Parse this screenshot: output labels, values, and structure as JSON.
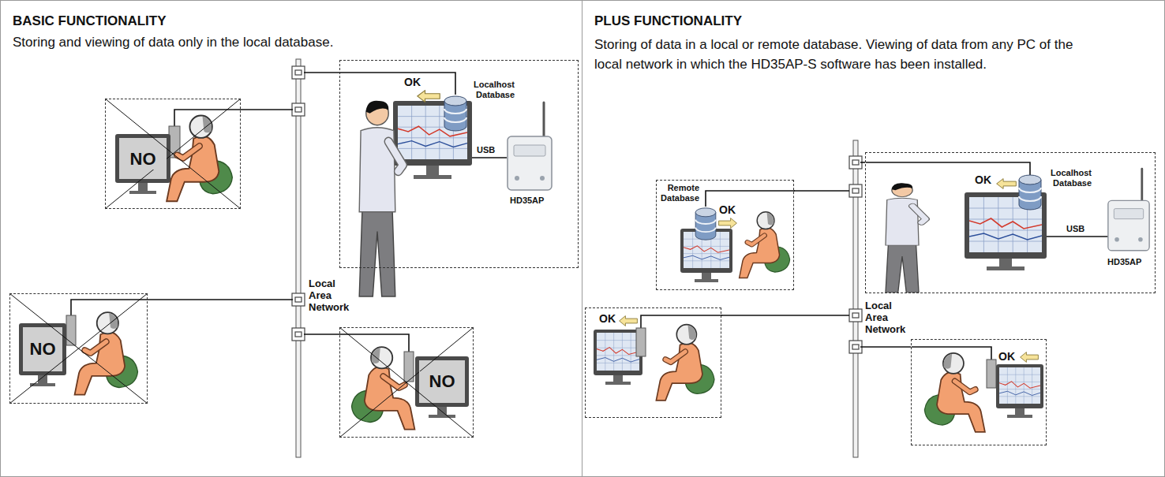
{
  "diagram": {
    "nodes": [
      {
        "text": [
          "BASIC FUNCTIONALITY",
          "Storing and viewing of data only in the local database."
        ]
      },
      {
        "text": [
          "NO"
        ],
        "in": 0
      },
      {
        "text": [
          "Local Area Network"
        ],
        "in": 0
      },
      {
        "text": [
          "OK",
          "Localhost Database",
          "USB",
          "HD35AP"
        ],
        "in": 0
      },
      {
        "text": [
          "NO"
        ],
        "in": 0
      },
      {
        "text": [
          "NO"
        ],
        "in": 0
      },
      {
        "text": [
          "PLUS FUNCTIONALITY",
          "Storing of data in a local or remote database. Viewing of data from any PC of the local network in which the HD35AP-S software has been installed."
        ]
      },
      {
        "text": [
          "Remote Database",
          "OK"
        ],
        "in": 6
      },
      {
        "text": [
          "Local Area Network"
        ],
        "in": 6
      },
      {
        "text": [
          "OK",
          "Localhost Database",
          "USB",
          "HD35AP"
        ],
        "in": 6
      },
      {
        "text": [
          "OK"
        ],
        "in": 6
      },
      {
        "text": [
          "OK"
        ],
        "in": 6
      }
    ],
    "edges": [
      {
        "from": 1,
        "to": 2,
        "arrow": "none"
      },
      {
        "from": 3,
        "to": 2,
        "arrow": "none"
      },
      {
        "from": 4,
        "to": 2,
        "arrow": "none"
      },
      {
        "from": 5,
        "to": 2,
        "arrow": "none"
      },
      {
        "from": 7,
        "to": 8,
        "arrow": "none"
      },
      {
        "from": 9,
        "to": 8,
        "arrow": "none"
      },
      {
        "from": 10,
        "to": 8,
        "arrow": "none"
      },
      {
        "from": 11,
        "to": 8,
        "arrow": "none"
      }
    ]
  }
}
